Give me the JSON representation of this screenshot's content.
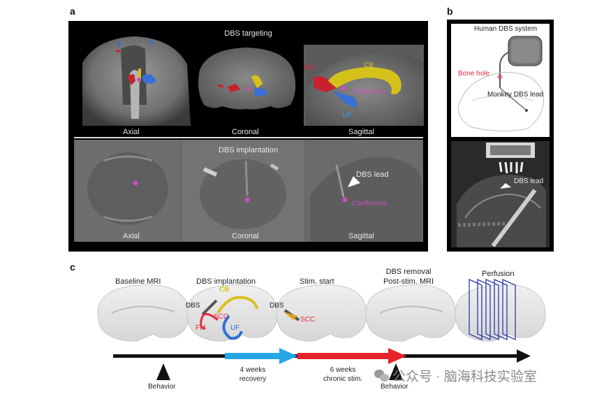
{
  "panel_a": {
    "letter": "a",
    "targeting_title": "DBS targeting",
    "implantation_title": "DBS implantation",
    "axial": "Axial",
    "coronal": "Coronal",
    "sagittal": "Sagittal",
    "fm": "FM",
    "cb": "CB",
    "uf": "UF",
    "confluence": "Confluence",
    "dbs_lead": "DBS lead"
  },
  "panel_b": {
    "letter": "b",
    "human_dbs": "Human DBS system",
    "bone_hole": "Bone hole",
    "monkey_lead": "Monkey DBS lead",
    "dbs_lead": "DBS lead"
  },
  "panel_c": {
    "letter": "c",
    "baseline": "Baseline MRI",
    "implantation": "DBS implantation",
    "stim_start": "Stim. start",
    "removal_line1": "DBS removal",
    "removal_line2": "Post-stim. MRI",
    "perfusion": "Perfusion",
    "dbs": "DBS",
    "cb": "CB",
    "scc": "SCC",
    "fm": "FM",
    "uf": "UF",
    "recovery_line1": "4 weeks",
    "recovery_line2": "recovery",
    "chronic_line1": "6 weeks",
    "chronic_line2": "chronic stim.",
    "behavior": "Behavior"
  },
  "watermark": "公众号 · 脑海科技实验室",
  "colors": {
    "fm": "#e8273a",
    "cb": "#d9c21a",
    "uf": "#2f6fd6",
    "confluence": "#c84fbf",
    "recovery_arrow": "#27a6e6",
    "stim_arrow": "#e8222a",
    "timeline": "#111111"
  }
}
